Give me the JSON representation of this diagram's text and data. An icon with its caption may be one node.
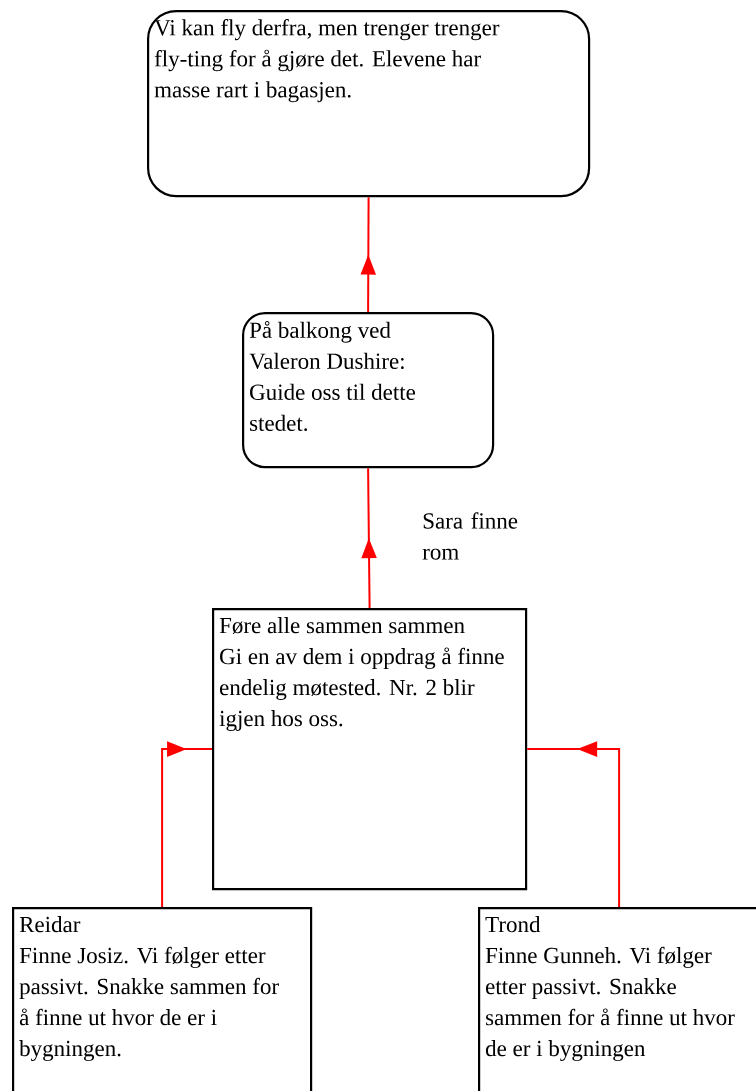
{
  "diagram": {
    "nodes": [
      {
        "text": [
          "Vi kan fly derfra, men trenger trenger fly-ting for å gjøre det. Elevene har masse rart i bagasjen."
        ]
      },
      {
        "text": [
          "På balkong ved Valeron Dushire: Guide oss til dette stedet."
        ]
      },
      {
        "text": [
          "Føre alle sammen sammen",
          "Gi en av dem  i oppdrag å finne endelig møtested. Nr. 2 blir igjen hos oss."
        ]
      },
      {
        "text": [
          "Reidar",
          "Finne Josiz. Vi følger etter passivt.  Snakke sammen for å finne ut hvor de er i bygningen."
        ]
      },
      {
        "text": [
          "Trond",
          "Finne Gunneh. Vi følger etter passivt.   Snakke sammen for å finne ut hvor de er i bygningen"
        ]
      }
    ],
    "edges": [
      {
        "from": 1,
        "to": 0,
        "arrow": "to",
        "color": "#ff0000"
      },
      {
        "from": 2,
        "to": 1,
        "arrow": "to",
        "label": "Sara finne rom",
        "color": "#ff0000"
      },
      {
        "from": 3,
        "to": 2,
        "arrow": "to",
        "color": "#ff0000"
      },
      {
        "from": 4,
        "to": 2,
        "arrow": "to",
        "color": "#ff0000"
      }
    ]
  }
}
